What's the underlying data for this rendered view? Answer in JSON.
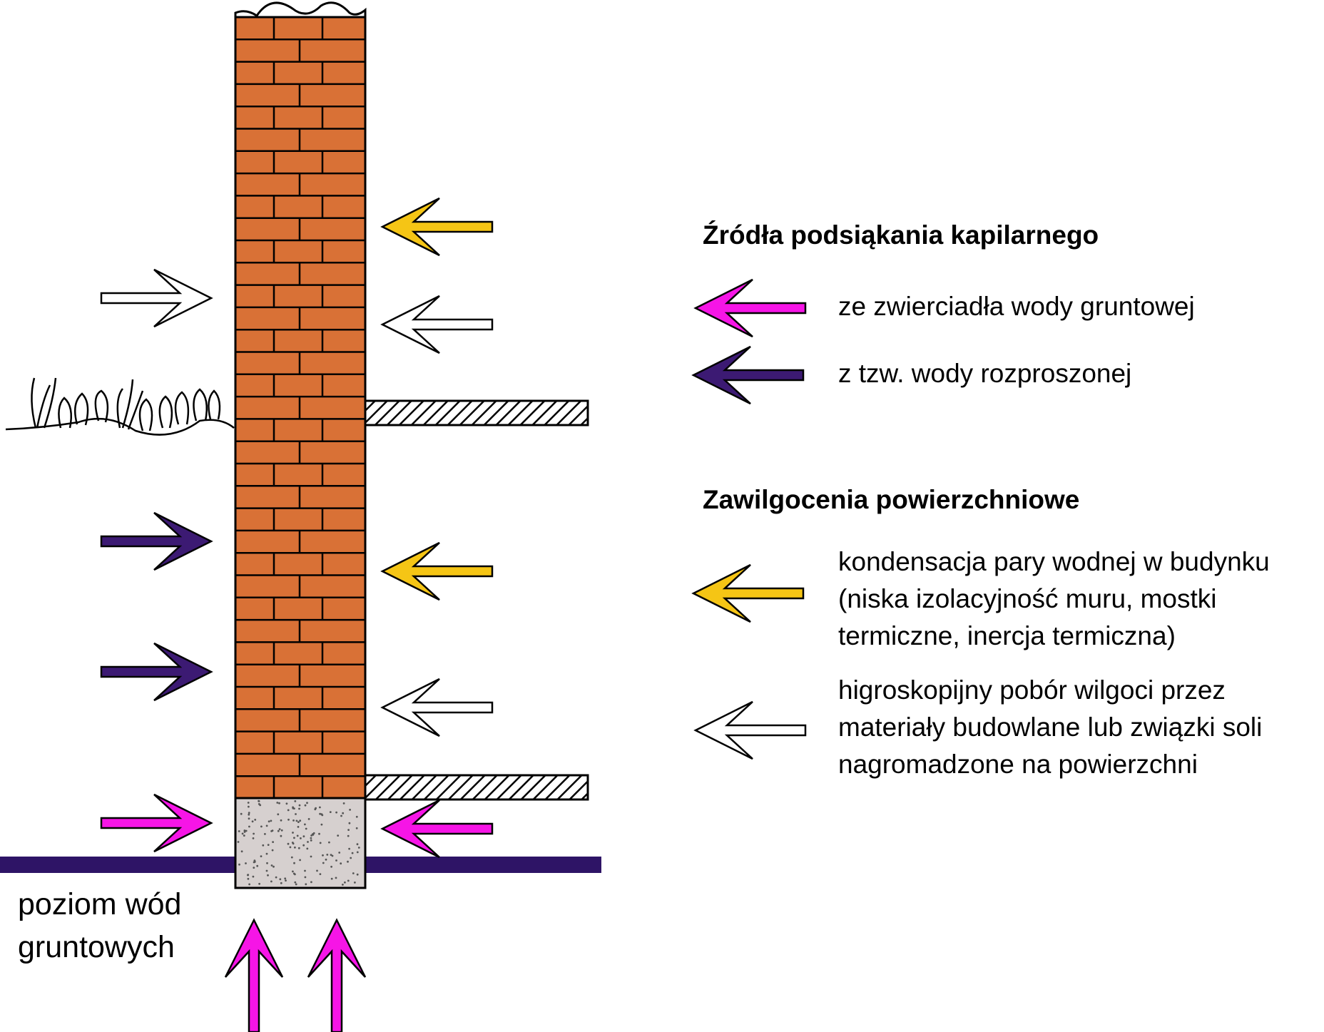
{
  "colors": {
    "brick": "#D97136",
    "mortar": "#000000",
    "foundation": "#D6D0CF",
    "groundwater": "#2E1466",
    "magenta": "#F615E6",
    "purple": "#3C1A73",
    "yellow": "#F5C515",
    "white": "#FFFFFF"
  },
  "legend": {
    "heading_capillary": "Źródła podsiąkania kapilarnego",
    "item_groundwater": "ze zwierciadła wody gruntowej",
    "item_dispersed": "z tzw. wody rozproszonej",
    "heading_surface": "Zawilgocenia powierzchniowe",
    "condensation_lines": [
      "kondensacja pary wodnej w budynku",
      "(niska izolacyjność muru, mostki",
      "termiczne, inercja termiczna)"
    ],
    "hygroscopic_lines": [
      "higroskopijny pobór wilgoci przez",
      "materiały budowlane lub związki soli",
      "nagromadzone na powierzchni"
    ]
  },
  "ground_label_lines": [
    "poziom wód",
    "gruntowych"
  ],
  "icons": {
    "arrow": "arrow-icon",
    "grass": "grass-icon",
    "hatch": "hatched-floor-slab"
  }
}
